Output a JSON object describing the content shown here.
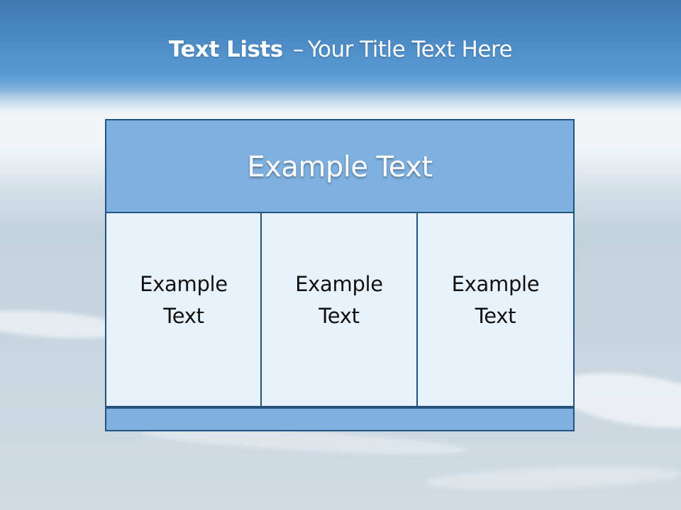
{
  "slide": {
    "title_bold": "Text Lists",
    "title_separator": "–",
    "title_rest": "Your Title Text Here"
  },
  "diagram": {
    "header": "Example Text",
    "columns": [
      {
        "text": "Example Text"
      },
      {
        "text": "Example Text"
      },
      {
        "text": "Example Text"
      }
    ]
  },
  "colors": {
    "header_fill": "#7eb0e0",
    "cell_fill": "#e8f2fb",
    "border": "#24527f",
    "title_text": "#ffffff"
  }
}
